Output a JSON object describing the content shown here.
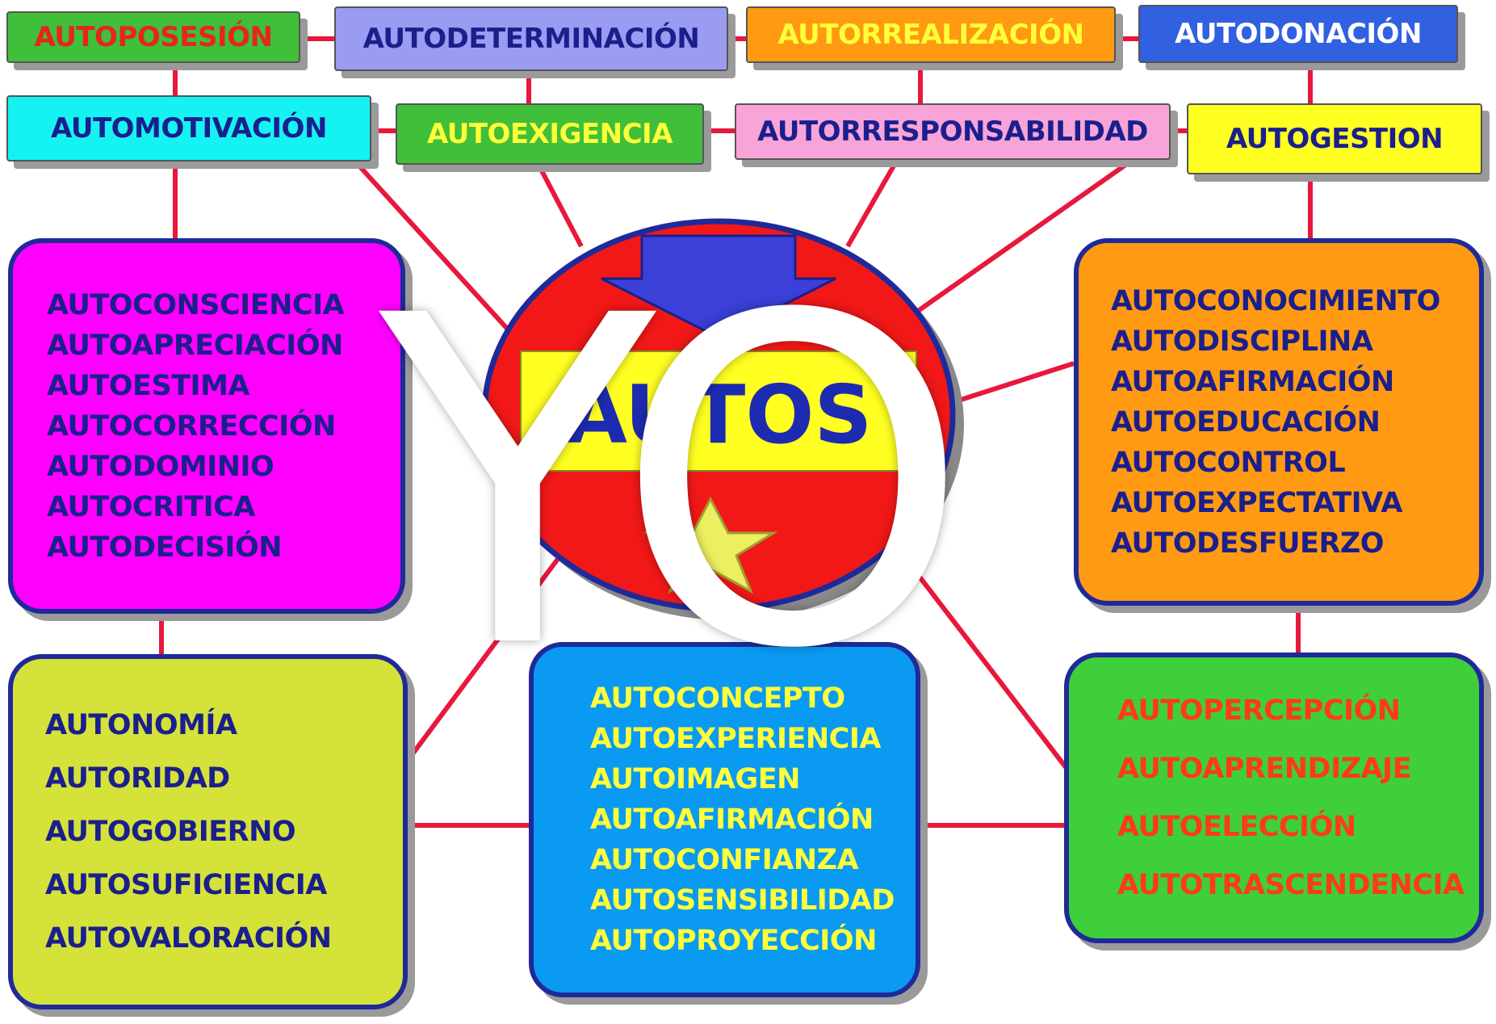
{
  "top_row": [
    {
      "label": "AUTOPOSESIÓN",
      "bg": "#3fbf3a",
      "color": "#e8241c"
    },
    {
      "label": "AUTODETERMINACIÓN",
      "bg": "#9a9cf2",
      "color": "#1b1f8c"
    },
    {
      "label": "AUTORREALIZACIÓN",
      "bg": "#ff9a12",
      "color": "#ffff3a"
    },
    {
      "label": "AUTODONACIÓN",
      "bg": "#3160e0",
      "color": "#ffffff"
    }
  ],
  "second_row": [
    {
      "label": "AUTOMOTIVACIÓN",
      "bg": "#15f2f2",
      "color": "#1b1f8c"
    },
    {
      "label": "AUTOEXIGENCIA",
      "bg": "#3fbf3a",
      "color": "#ffff3a"
    },
    {
      "label": "AUTORRESPONSABILIDAD",
      "bg": "#f8a4d8",
      "color": "#1b1f8c"
    },
    {
      "label": "AUTOGESTION",
      "bg": "#ffff22",
      "color": "#1b1f8c"
    }
  ],
  "groups": {
    "magenta": {
      "bg": "#ff00ff",
      "color": "#1b1f8c",
      "items": [
        "AUTOCONSCIENCIA",
        "AUTOAPRECIACIÓN",
        "AUTOESTIMA",
        "AUTOCORRECCIÓN",
        "AUTODOMINIO",
        "AUTOCRITICA",
        "AUTODECISIÓN"
      ]
    },
    "orange": {
      "bg": "#ff9a12",
      "color": "#1b1f8c",
      "items": [
        "AUTOCONOCIMIENTO",
        "AUTODISCIPLINA",
        "AUTOAFIRMACIÓN",
        "AUTOEDUCACIÓN",
        "AUTOCONTROL",
        "AUTOEXPECTATIVA",
        "AUTODESFUERZO"
      ]
    },
    "olive": {
      "bg": "#d4e23a",
      "color": "#1b1f8c",
      "items": [
        "AUTONOMÍA",
        "AUTORIDAD",
        "AUTOGOBIERNO",
        "AUTOSUFICIENCIA",
        "AUTOVALORACIÓN"
      ]
    },
    "blue": {
      "bg": "#0a9af2",
      "color": "#ffff3a",
      "items": [
        "AUTOCONCEPTO",
        "AUTOEXPERIENCIA",
        "AUTOIMAGEN",
        "AUTOAFIRMACIÓN",
        "AUTOCONFIANZA",
        "AUTOSENSIBILIDAD",
        "AUTOPROYECCIÓN"
      ]
    },
    "green": {
      "bg": "#3fcf3a",
      "color": "#ff3a1c",
      "items": [
        "AUTOPERCEPCIÓN",
        "AUTOAPRENDIZAJE",
        "AUTOELECCIÓN",
        "AUTOTRASCENDENCIA"
      ]
    }
  },
  "center": {
    "label": "AUTOS"
  },
  "overlay": {
    "text": "YO"
  },
  "colors": {
    "connector": "#e8183c",
    "circle": "#f21818",
    "circle_border": "#1f2a9a",
    "label_band": "#ffff22",
    "arrow": "#3a40d8",
    "star": "#ecf060"
  }
}
